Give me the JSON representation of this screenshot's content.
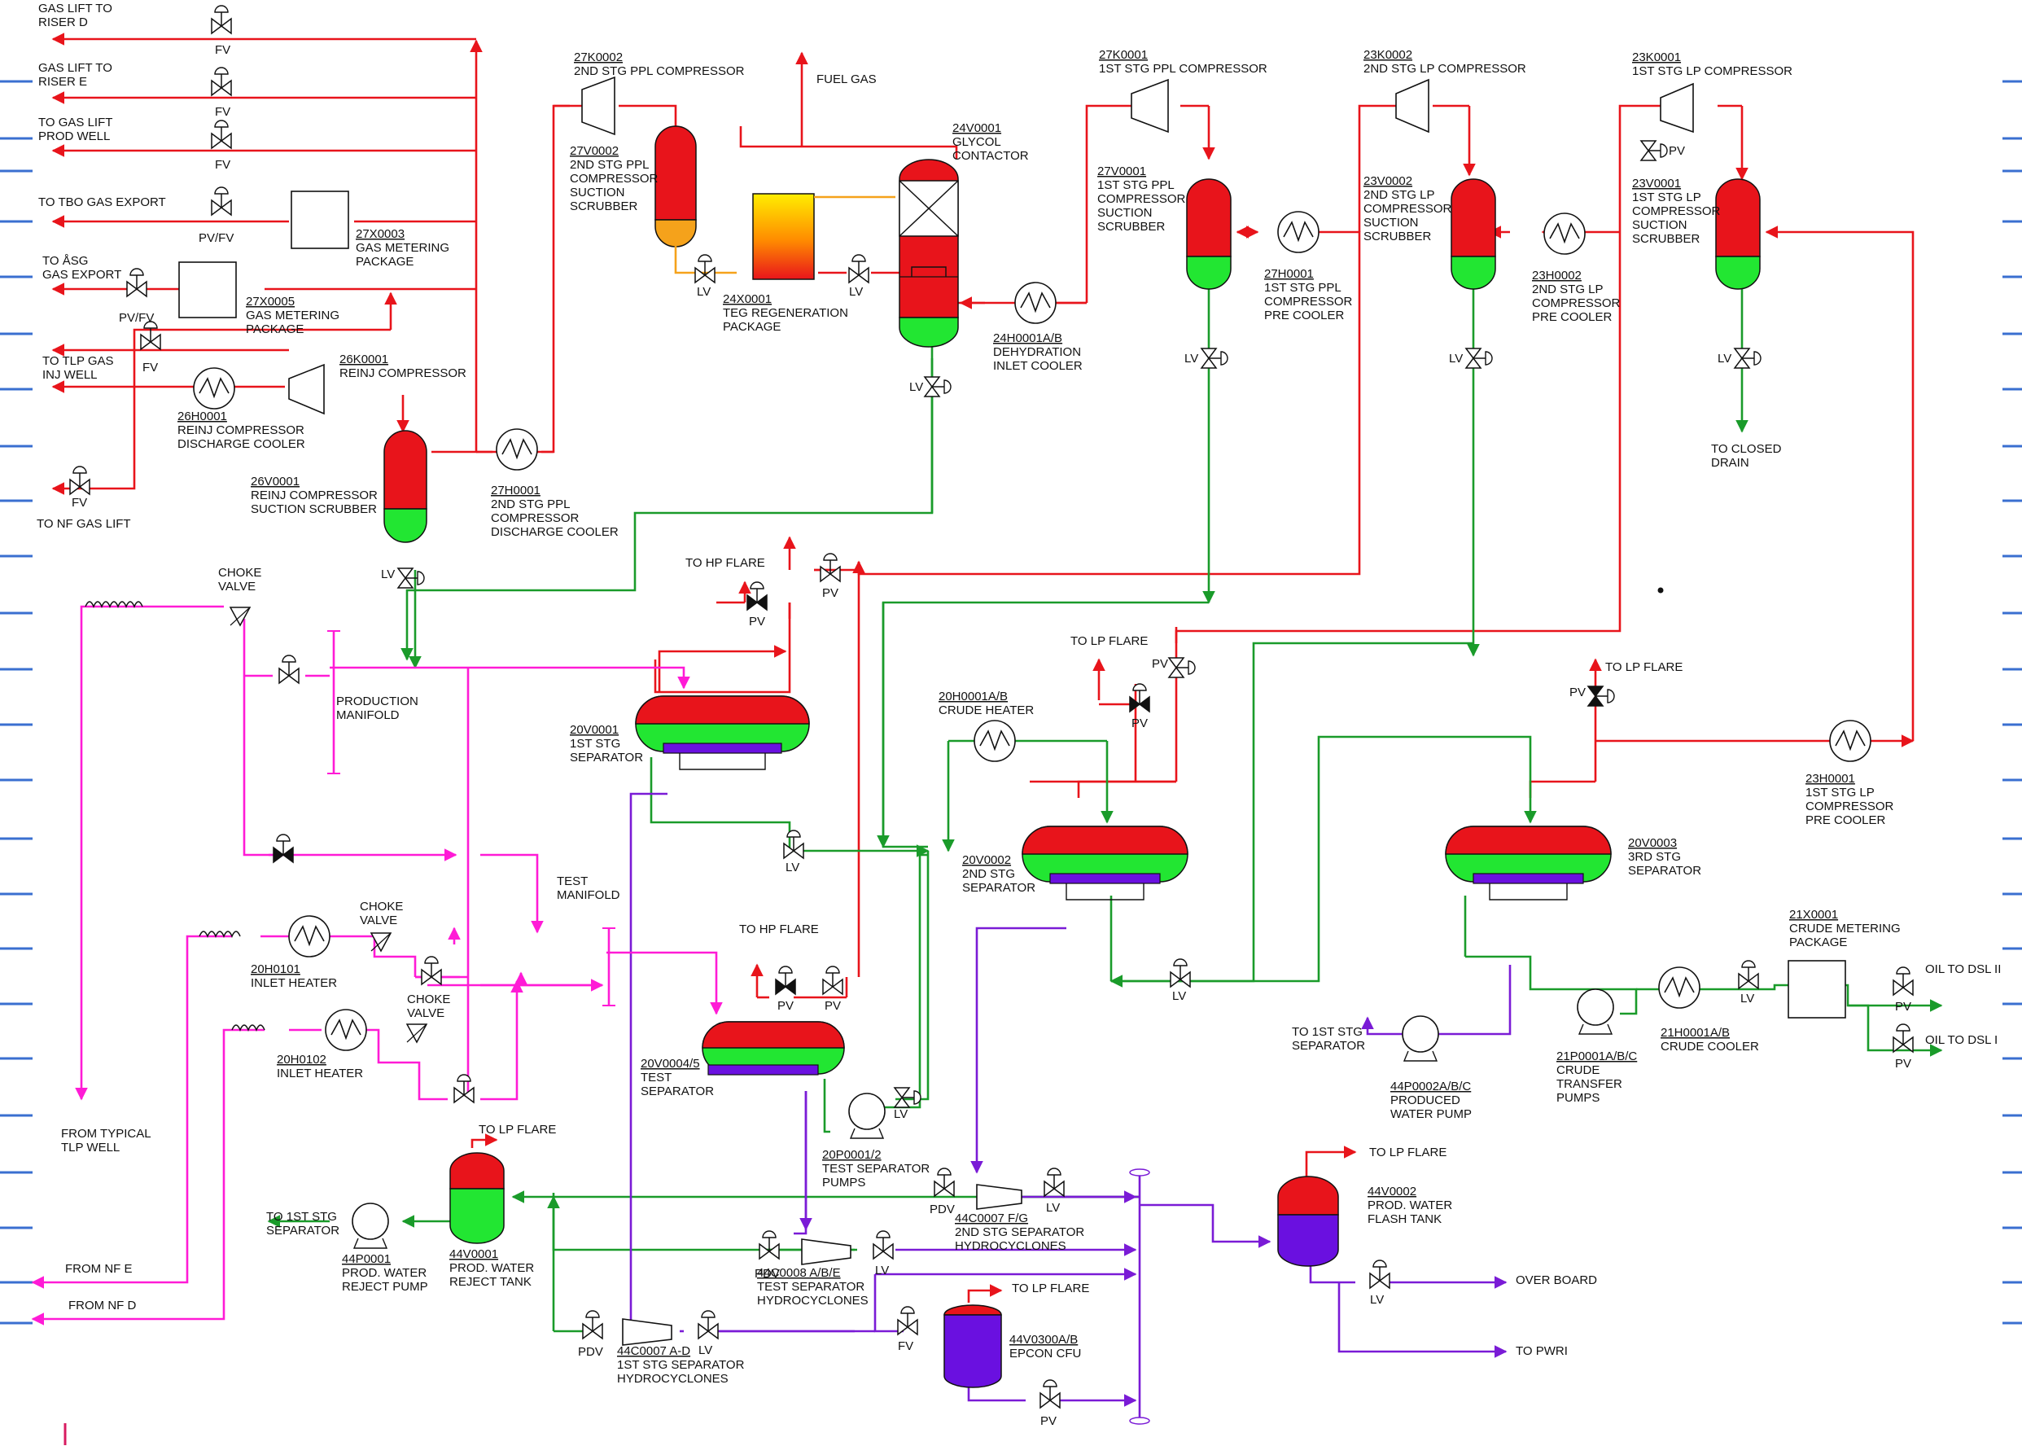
{
  "title": "",
  "colors": {
    "gas_line": "#e8141b",
    "liquid_line": "#1a9b2a",
    "water_line": "#7a1bd6",
    "production_line": "#ff1bd6",
    "vessel_gas": "#e8141b",
    "vessel_liquid": "#22e632",
    "vessel_water": "#6a10e0",
    "scrubber_oil": "#f5a21b"
  },
  "gas_export_labels": {
    "riser_d": [
      "GAS LIFT TO",
      "RISER D"
    ],
    "riser_e": [
      "GAS LIFT TO",
      "RISER E"
    ],
    "prod_well": [
      "TO GAS LIFT",
      "PROD WELL"
    ],
    "tbo": "TO TBO GAS EXPORT",
    "asg": [
      "TO ÅSG",
      "GAS EXPORT"
    ],
    "tlp": [
      "TO TLP  GAS",
      "INJ WELL"
    ],
    "nf": "TO NF GAS LIFT",
    "fuel_gas": "FUEL GAS"
  },
  "valve_labels": {
    "fv": "FV",
    "pvfv": "PV/FV",
    "lv": "LV",
    "pv": "PV",
    "pdv": "PDV"
  },
  "equipment": {
    "k27_2": {
      "tag": "27K0002",
      "desc": [
        "2ND STG PPL COMPRESSOR"
      ]
    },
    "v27_2": {
      "tag": "27V0002",
      "desc": [
        "2ND STG PPL",
        "COMPRESSOR",
        "SUCTION",
        "SCRUBBER"
      ]
    },
    "x24": {
      "tag": "24X0001",
      "desc": [
        "TEG REGENERATION",
        "PACKAGE"
      ]
    },
    "v24": {
      "tag": "24V0001",
      "desc": [
        "GLYCOL",
        "CONTACTOR"
      ]
    },
    "h24": {
      "tag": "24H0001A/B",
      "desc": [
        "DEHYDRATION",
        "INLET COOLER"
      ]
    },
    "k27_1": {
      "tag": "27K0001",
      "desc": [
        "1ST STG PPL COMPRESSOR"
      ]
    },
    "v27_1": {
      "tag": "27V0001",
      "desc": [
        "1ST STG PPL",
        "COMPRESSOR",
        "SUCTION",
        "SCRUBBER"
      ]
    },
    "h27_1": {
      "tag": "27H0001",
      "desc": [
        "1ST STG PPL",
        "COMPRESSOR",
        "PRE COOLER"
      ]
    },
    "k23_2": {
      "tag": "23K0002",
      "desc": [
        "2ND STG LP COMPRESSOR"
      ]
    },
    "v23_2": {
      "tag": "23V0002",
      "desc": [
        "2ND STG LP",
        "COMPRESSOR",
        "SUCTION",
        "SCRUBBER"
      ]
    },
    "h23_2": {
      "tag": "23H0002",
      "desc": [
        "2ND STG LP",
        "COMPRESSOR",
        "PRE COOLER"
      ]
    },
    "k23_1": {
      "tag": "23K0001",
      "desc": [
        "1ST STG LP COMPRESSOR"
      ]
    },
    "v23_1": {
      "tag": "23V0001",
      "desc": [
        "1ST STG LP",
        "COMPRESSOR",
        "SUCTION",
        "SCRUBBER"
      ]
    },
    "closed_drain": {
      "tag": "",
      "desc": [
        "TO CLOSED",
        "DRAIN"
      ]
    },
    "x27_3": {
      "tag": "27X0003",
      "desc": [
        "GAS METERING",
        "PACKAGE"
      ]
    },
    "x27_5": {
      "tag": "27X0005",
      "desc": [
        "GAS METERING",
        "PACKAGE"
      ]
    },
    "k26": {
      "tag": "26K0001",
      "desc": [
        "REINJ COMPRESSOR"
      ]
    },
    "h26": {
      "tag": "26H0001",
      "desc": [
        "REINJ COMPRESSOR",
        "DISCHARGE COOLER"
      ]
    },
    "v26": {
      "tag": "26V0001",
      "desc": [
        "REINJ COMPRESSOR",
        "SUCTION SCRUBBER"
      ]
    },
    "h27_0": {
      "tag": "27H0001",
      "desc": [
        "2ND STG PPL",
        "COMPRESSOR",
        "DISCHARGE COOLER"
      ]
    },
    "choke_1": {
      "tag": "",
      "desc": [
        "CHOKE",
        "VALVE"
      ]
    },
    "prod_manifold": {
      "tag": "",
      "desc": [
        "PRODUCTION",
        "MANIFOLD"
      ]
    },
    "v20_1": {
      "tag": "20V0001",
      "desc": [
        "1ST STG",
        "SEPARATOR"
      ]
    },
    "h20_1": {
      "tag": "20H0001A/B",
      "desc": [
        "CRUDE HEATER"
      ]
    },
    "v20_2": {
      "tag": "20V0002",
      "desc": [
        "2ND STG",
        "SEPARATOR"
      ]
    },
    "v20_3": {
      "tag": "20V0003",
      "desc": [
        "3RD STG",
        "SEPARATOR"
      ]
    },
    "h23_1": {
      "tag": "23H0001",
      "desc": [
        "1ST STG LP",
        "COMPRESSOR",
        "PRE COOLER"
      ]
    },
    "test_manifold": {
      "tag": "",
      "desc": [
        "TEST",
        "MANIFOLD"
      ]
    },
    "choke_2": {
      "tag": "",
      "desc": [
        "CHOKE",
        "VALVE"
      ]
    },
    "choke_3": {
      "tag": "",
      "desc": [
        "CHOKE",
        "VALVE"
      ]
    },
    "h20_101": {
      "tag": "20H0101",
      "desc": [
        "INLET HEATER"
      ]
    },
    "h20_102": {
      "tag": "20H0102",
      "desc": [
        "INLET HEATER"
      ]
    },
    "v20_4": {
      "tag": "20V0004/5",
      "desc": [
        "TEST",
        "SEPARATOR"
      ]
    },
    "p20": {
      "tag": "20P0001/2",
      "desc": [
        "TEST SEPARATOR",
        "PUMPS"
      ]
    },
    "x21": {
      "tag": "21X0001",
      "desc": [
        "CRUDE METERING",
        "PACKAGE"
      ]
    },
    "h21": {
      "tag": "21H0001A/B",
      "desc": [
        "CRUDE COOLER"
      ]
    },
    "p21": {
      "tag": "21P0001A/B/C",
      "desc": [
        "CRUDE",
        "TRANSFER",
        "PUMPS"
      ]
    },
    "p44_2": {
      "tag": "44P0002A/B/C",
      "desc": [
        "PRODUCED",
        "WATER PUMP"
      ]
    },
    "to_1st_stg_1": {
      "tag": "",
      "desc": [
        "TO 1ST STG",
        "SEPARATOR"
      ]
    },
    "to_1st_stg_2": {
      "tag": "",
      "desc": [
        "TO 1ST STG",
        "SEPARATOR"
      ]
    },
    "p44_1": {
      "tag": "44P0001",
      "desc": [
        "PROD. WATER",
        "REJECT PUMP"
      ]
    },
    "v44_1": {
      "tag": "44V0001",
      "desc": [
        "PROD. WATER",
        "REJECT TANK"
      ]
    },
    "c44_7": {
      "tag": "44C0007 F/G",
      "desc": [
        "2ND STG  SEPARATOR",
        "HYDROCYCLONES"
      ]
    },
    "c44_8": {
      "tag": "44C0008 A/B/E",
      "desc": [
        "TEST SEPARATOR",
        "HYDROCYCLONES"
      ]
    },
    "c44_ad": {
      "tag": "44C0007 A-D",
      "desc": [
        "1ST STG  SEPARATOR",
        "HYDROCYCLONES"
      ]
    },
    "v44_300": {
      "tag": "44V0300A/B",
      "desc": [
        "EPCON CFU"
      ]
    },
    "v44_2": {
      "tag": "44V0002",
      "desc": [
        "PROD. WATER",
        "FLASH TANK"
      ]
    }
  },
  "flow_labels": {
    "hp_flare": "TO HP FLARE",
    "lp_flare": "TO LP FLARE",
    "oil_dsl_ii": "OIL TO DSL II",
    "oil_dsl_i": "OIL TO DSL I",
    "over_board": "OVER BOARD",
    "to_pwri": "TO PWRI",
    "from_tlp": [
      "FROM TYPICAL",
      "TLP WELL"
    ],
    "from_nf_e": "FROM NF E",
    "from_nf_d": "FROM NF D"
  }
}
